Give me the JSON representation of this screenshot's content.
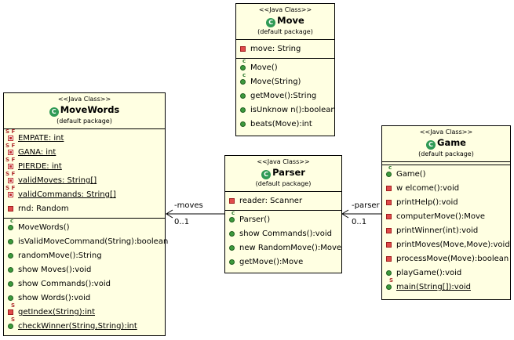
{
  "classes": {
    "move": {
      "stereotype": "<<Java Class>>",
      "name": "Move",
      "package": "(default package)",
      "fields": [
        "move: String"
      ],
      "methods": [
        "Move()",
        "Move(String)",
        "getMove():String",
        "isUnknow n():boolean",
        "beats(Move):int"
      ]
    },
    "movewords": {
      "stereotype": "<<Java Class>>",
      "name": "MoveWords",
      "package": "(default package)",
      "fields": [
        "EMPATE: int",
        "GANA: int",
        "PIERDE: int",
        "validMoves: String[]",
        "validCommands: String[]",
        "rnd: Random"
      ],
      "methods": [
        "MoveWords()",
        "isValidMoveCommand(String):boolean",
        "randomMove():String",
        "show Moves():void",
        "show Commands():void",
        "show Words():void",
        "getIndex(String):int",
        "checkWinner(String,String):int"
      ]
    },
    "parser": {
      "stereotype": "<<Java Class>>",
      "name": "Parser",
      "package": "(default package)",
      "fields": [
        "reader: Scanner"
      ],
      "methods": [
        "Parser()",
        "show Commands():void",
        "new RandomMove():Move",
        "getMove():Move"
      ]
    },
    "game": {
      "stereotype": "<<Java Class>>",
      "name": "Game",
      "package": "(default package)",
      "methods": [
        "Game()",
        "w elcome():void",
        "printHelp():void",
        "computerMove():Move",
        "printWinner(int):void",
        "printMoves(Move,Move):void",
        "processMove(Move):boolean",
        "playGame():void",
        "main(String[]):void"
      ]
    }
  },
  "associations": {
    "moves": {
      "role": "-moves",
      "multiplicity": "0..1"
    },
    "parser": {
      "role": "-parser",
      "multiplicity": "0..1"
    }
  }
}
